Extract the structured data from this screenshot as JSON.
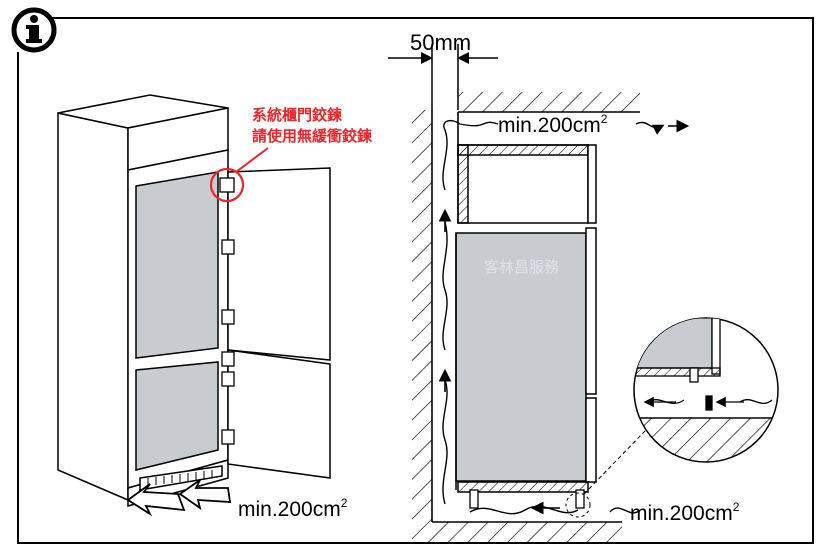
{
  "info_icon_glyph": "i",
  "hinge_note": {
    "line1": "系統櫃門鉸鍊",
    "line2": "請使用無緩衝鉸鍊"
  },
  "gap_label": "50mm",
  "vent_labels": {
    "top_right": "min.200cm",
    "bottom_left": "min.200cm",
    "bottom_right": "min.200cm",
    "superscript": "2"
  },
  "watermark": "客林昌服務",
  "colors": {
    "red_note": "#e8262b",
    "appliance_fill": "#c8ccd0",
    "line": "#000000"
  }
}
